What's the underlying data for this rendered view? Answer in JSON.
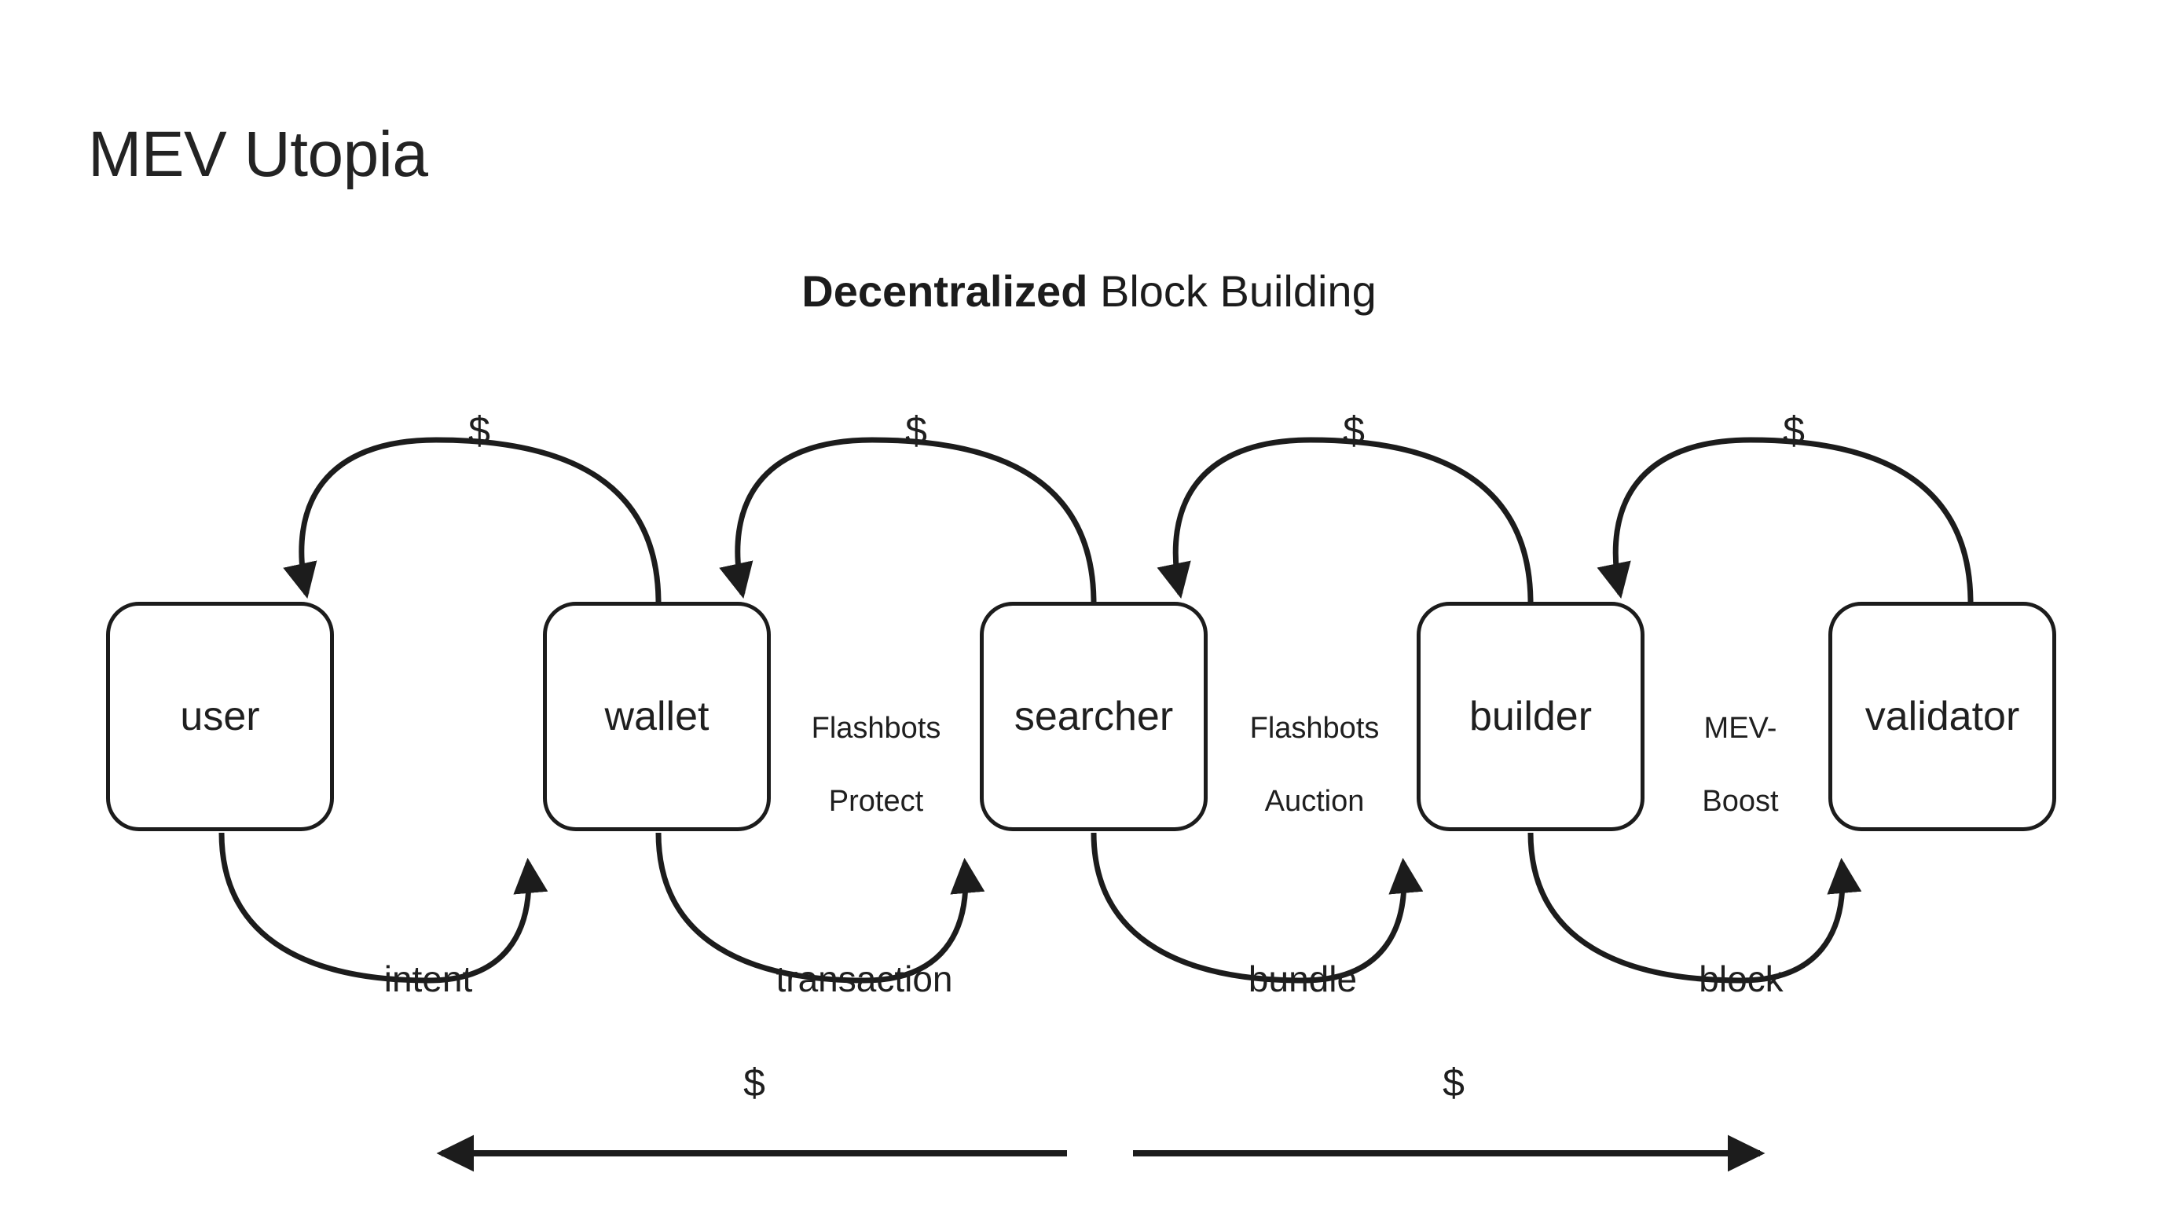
{
  "page": {
    "title": "MEV Utopia",
    "background_color": "#ffffff",
    "ink_color": "#1c1c1c"
  },
  "subtitle": {
    "bold_part": "Decentralized",
    "rest_part": " Block Building"
  },
  "diagram": {
    "type": "flow-pipeline",
    "nodes": [
      {
        "id": "user",
        "label": "user"
      },
      {
        "id": "wallet",
        "label": "wallet"
      },
      {
        "id": "searcher",
        "label": "searcher"
      },
      {
        "id": "builder",
        "label": "builder"
      },
      {
        "id": "validator",
        "label": "validator"
      }
    ],
    "forward_edges": [
      {
        "from": "user",
        "to": "wallet",
        "label": "intent"
      },
      {
        "from": "wallet",
        "to": "searcher",
        "label": "transaction"
      },
      {
        "from": "searcher",
        "to": "builder",
        "label": "bundle"
      },
      {
        "from": "builder",
        "to": "validator",
        "label": "block"
      }
    ],
    "return_edges": [
      {
        "from": "wallet",
        "to": "user",
        "label": "$"
      },
      {
        "from": "searcher",
        "to": "wallet",
        "label": "$"
      },
      {
        "from": "builder",
        "to": "searcher",
        "label": "$"
      },
      {
        "from": "validator",
        "to": "builder",
        "label": "$"
      }
    ],
    "between_labels": [
      {
        "between": "wallet-searcher",
        "line1": "Flashbots",
        "line2": "Protect"
      },
      {
        "between": "searcher-builder",
        "line1": "Flashbots",
        "line2": "Auction"
      },
      {
        "between": "builder-validator",
        "line1": "MEV-",
        "line2": "Boost"
      }
    ],
    "bottom_arrows": [
      {
        "id": "left-value-flow",
        "label": "$",
        "direction": "left"
      },
      {
        "id": "right-value-flow",
        "label": "$",
        "direction": "right"
      }
    ]
  }
}
